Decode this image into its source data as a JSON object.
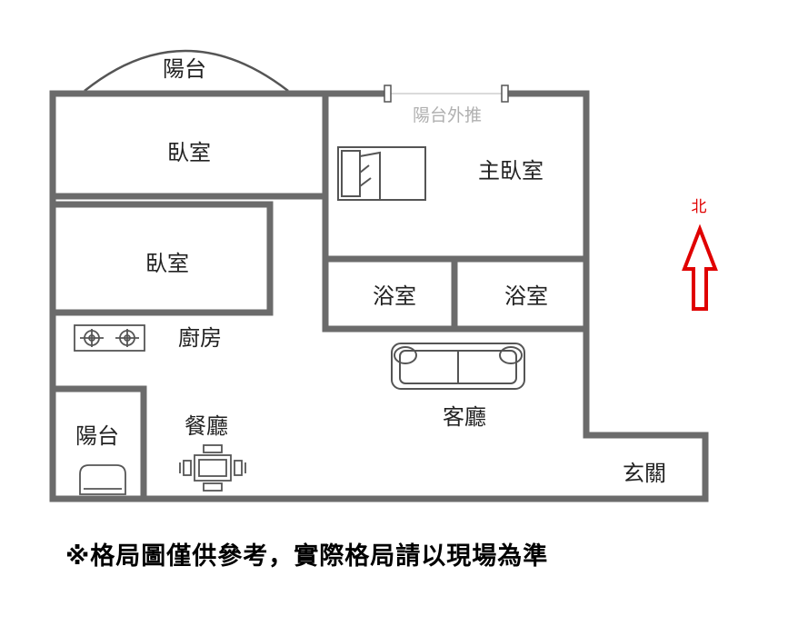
{
  "rooms": {
    "balcony_top": "陽台",
    "balcony_push": "陽台外推",
    "bedroom_1": "臥室",
    "bedroom_2": "臥室",
    "master_bedroom": "主臥室",
    "bathroom_1": "浴室",
    "bathroom_2": "浴室",
    "kitchen": "廚房",
    "living_room": "客廳",
    "balcony_side": "陽台",
    "dining_room": "餐廳",
    "entrance": "玄關"
  },
  "compass": {
    "label": "北",
    "color": "#e00000"
  },
  "disclaimer": "※格局圖僅供參考，實際格局請以現場為準",
  "colors": {
    "wall": "#6b6b6b",
    "furniture": "#555555"
  }
}
